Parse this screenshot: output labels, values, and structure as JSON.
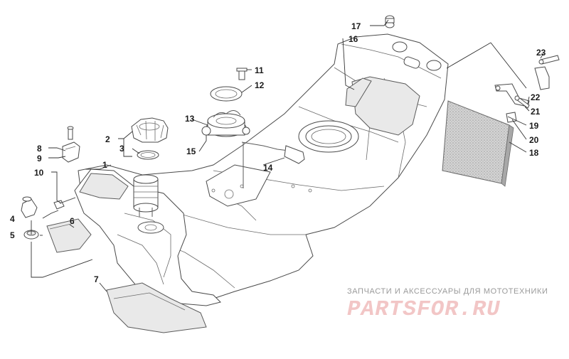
{
  "callouts": {
    "c1": "1",
    "c2": "2",
    "c3": "3",
    "c4": "4",
    "c5": "5",
    "c6": "6",
    "c7": "7",
    "c8": "8",
    "c9": "9",
    "c10": "10",
    "c11": "11",
    "c12": "12",
    "c13": "13",
    "c14": "14",
    "c15": "15",
    "c16": "16",
    "c17": "17",
    "c18": "18",
    "c19": "19",
    "c20": "20",
    "c21": "21",
    "c22": "22",
    "c23": "23"
  },
  "watermark": {
    "tagline": "ЗАПЧАСТИ И АКСЕССУАРЫ ДЛЯ МОТОТЕХНИКИ",
    "logo": "PARTSFOR.RU"
  },
  "colors": {
    "line": "#5a5a5a",
    "foam": "#c8c8c8",
    "watermark_logo": "#f2c6c6"
  }
}
